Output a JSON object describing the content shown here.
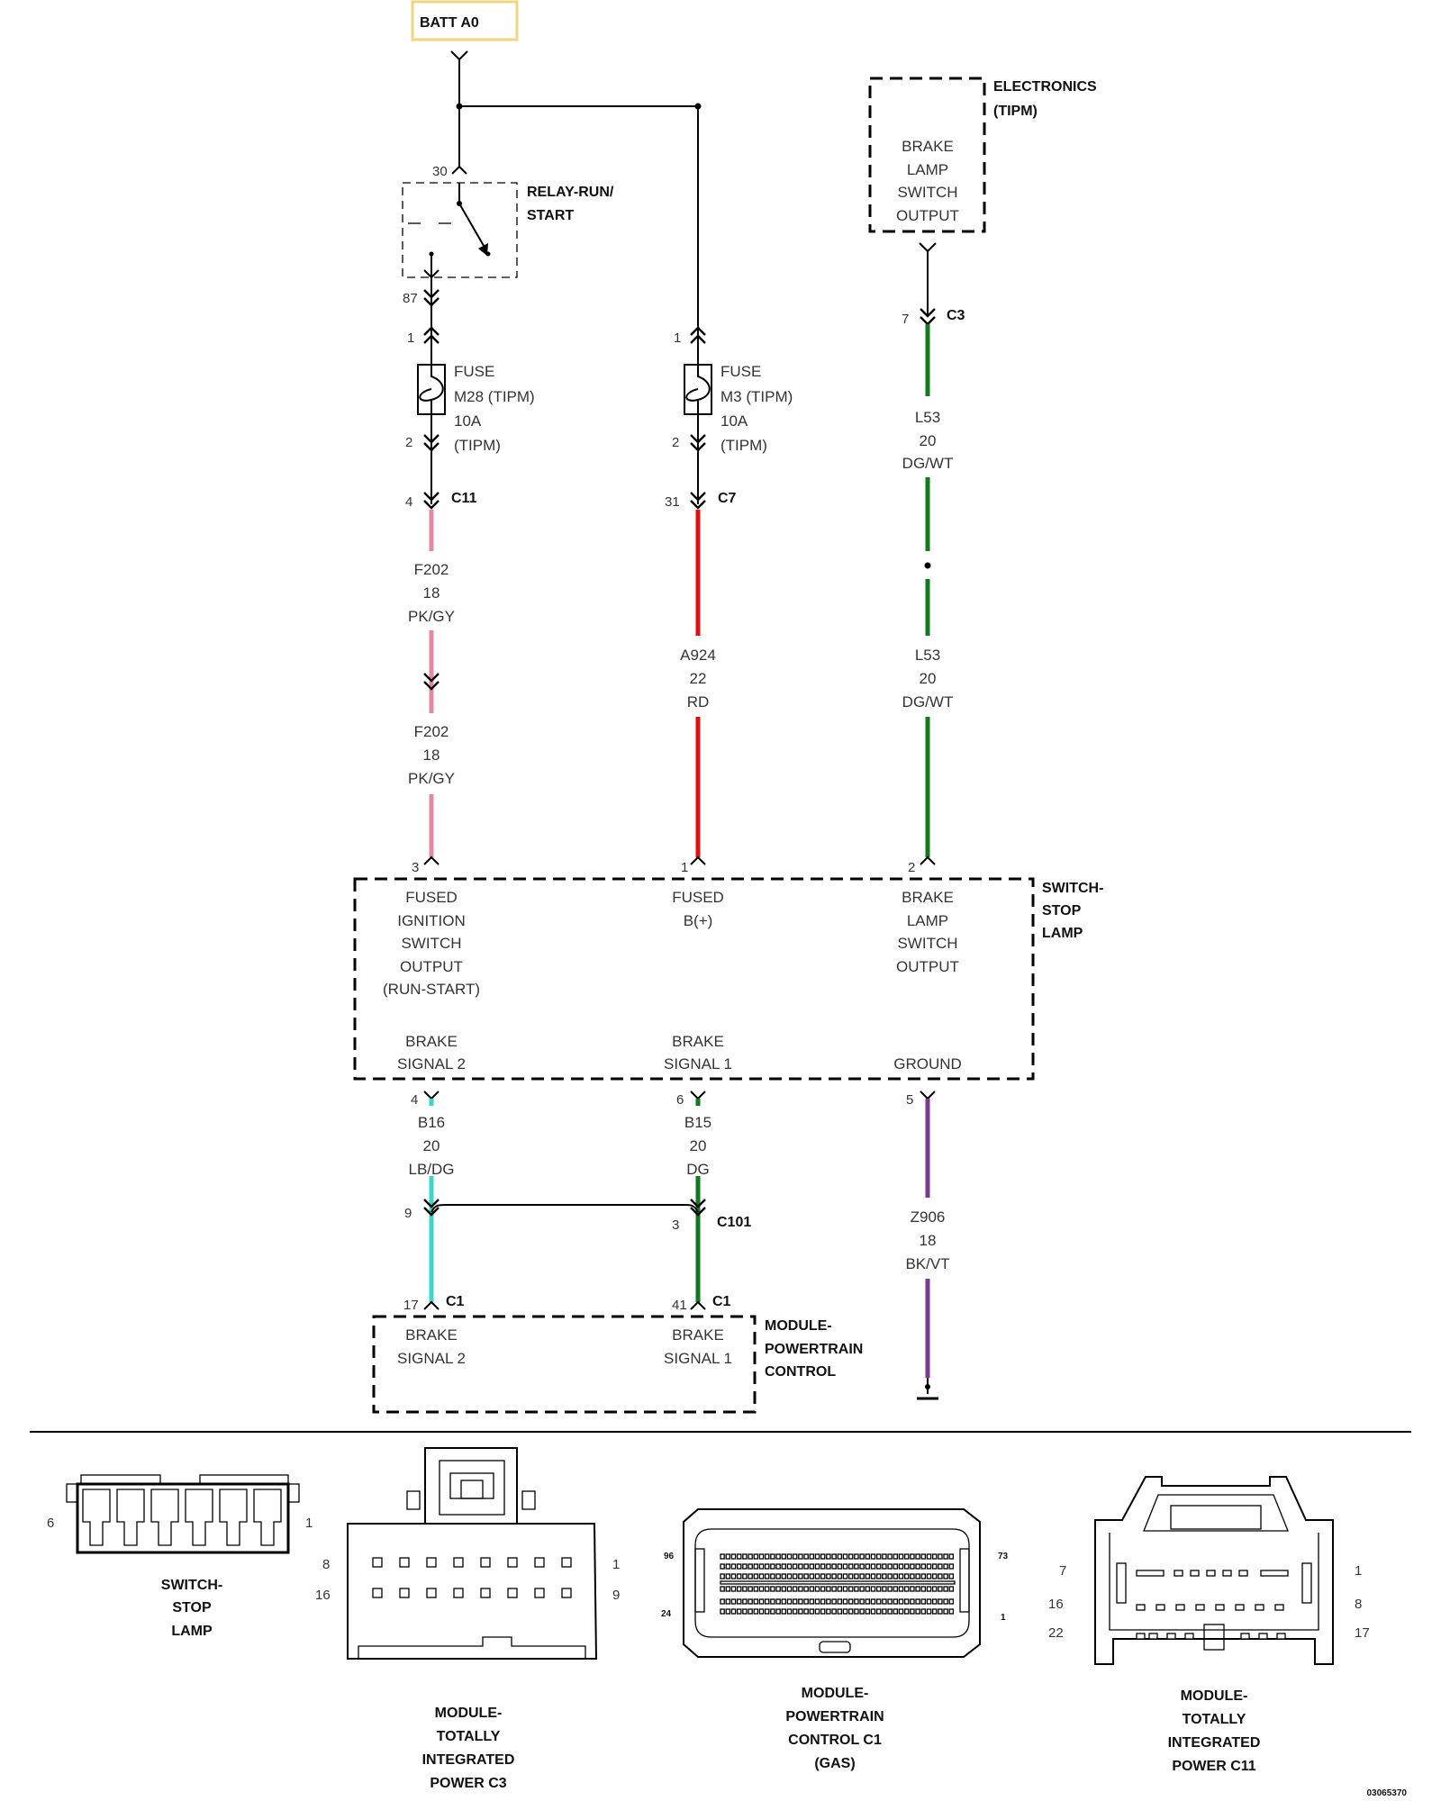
{
  "batt": "BATT A0",
  "colors": {
    "pk_gy": "#e38aa2",
    "rd": "#dd1111",
    "dg_wt": "#117a1e",
    "lb_dg": "#3fd4c8",
    "dg": "#117a1e",
    "bk_vt": "#7b3c8e",
    "batt_box": "#efd57e"
  },
  "relay": {
    "title_1": "RELAY-RUN/",
    "title_2": "START",
    "pin_30": "30",
    "pin_87": "87"
  },
  "fuse_m28": {
    "l1": "FUSE",
    "l2": "M28 (TIPM)",
    "l3": "10A",
    "l4": "(TIPM)",
    "pin_in": "1",
    "pin_out": "2"
  },
  "fuse_m3": {
    "l1": "FUSE",
    "l2": "M3 (TIPM)",
    "l3": "10A",
    "l4": "(TIPM)",
    "pin_in": "1",
    "pin_out": "2"
  },
  "electronics": {
    "title_1": "ELECTRONICS",
    "title_2": "(TIPM)",
    "l1": "BRAKE",
    "l2": "LAMP",
    "l3": "SWITCH",
    "l4": "OUTPUT"
  },
  "connectors": {
    "c11_pin": "4",
    "c11": "C11",
    "c7_pin": "31",
    "c7": "C7",
    "c3_pin": "7",
    "c3": "C3",
    "c101_pin_a": "9",
    "c101_pin_b": "3",
    "c101": "C101",
    "c1_pin_a": "17",
    "c1_a": "C1",
    "c1_pin_b": "41",
    "c1_b": "C1"
  },
  "wires": {
    "f202_a": {
      "id": "F202",
      "gauge": "18",
      "color": "PK/GY"
    },
    "f202_b": {
      "id": "F202",
      "gauge": "18",
      "color": "PK/GY"
    },
    "a924": {
      "id": "A924",
      "gauge": "22",
      "color": "RD"
    },
    "l53_a": {
      "id": "L53",
      "gauge": "20",
      "color": "DG/WT"
    },
    "l53_b": {
      "id": "L53",
      "gauge": "20",
      "color": "DG/WT"
    },
    "b16": {
      "id": "B16",
      "gauge": "20",
      "color": "LB/DG"
    },
    "b15": {
      "id": "B15",
      "gauge": "20",
      "color": "DG"
    },
    "z906": {
      "id": "Z906",
      "gauge": "18",
      "color": "BK/VT"
    }
  },
  "switch": {
    "title_1": "SWITCH-",
    "title_2": "STOP",
    "title_3": "LAMP",
    "pin_3": "3",
    "pin_1": "1",
    "pin_2": "2",
    "pin_4": "4",
    "pin_6": "6",
    "pin_5": "5",
    "fused_ign_1": "FUSED",
    "fused_ign_2": "IGNITION",
    "fused_ign_3": "SWITCH",
    "fused_ign_4": "OUTPUT",
    "fused_ign_5": "(RUN-START)",
    "fused_b_1": "FUSED",
    "fused_b_2": "B(+)",
    "blso_1": "BRAKE",
    "blso_2": "LAMP",
    "blso_3": "SWITCH",
    "blso_4": "OUTPUT",
    "bs2_1": "BRAKE",
    "bs2_2": "SIGNAL 2",
    "bs1_1": "BRAKE",
    "bs1_2": "SIGNAL 1",
    "ground": "GROUND"
  },
  "pcm": {
    "title_1": "MODULE-",
    "title_2": "POWERTRAIN",
    "title_3": "CONTROL",
    "bs2_1": "BRAKE",
    "bs2_2": "SIGNAL 2",
    "bs1_1": "BRAKE",
    "bs1_2": "SIGNAL 1"
  },
  "views": {
    "stop_lamp": {
      "pin_left": "6",
      "pin_right": "1",
      "t1": "SWITCH-",
      "t2": "STOP",
      "t3": "LAMP"
    },
    "tipm_c3": {
      "pin_8": "8",
      "pin_1": "1",
      "pin_16": "16",
      "pin_9": "9",
      "t1": "MODULE-",
      "t2": "TOTALLY",
      "t3": "INTEGRATED",
      "t4": "POWER C3"
    },
    "pcm_c1": {
      "pin_96": "96",
      "pin_73": "73",
      "pin_24": "24",
      "pin_1": "1",
      "t1": "MODULE-",
      "t2": "POWERTRAIN",
      "t3": "CONTROL C1",
      "t4": "(GAS)"
    },
    "tipm_c11": {
      "pin_7": "7",
      "pin_1": "1",
      "pin_16": "16",
      "pin_8": "8",
      "pin_22": "22",
      "pin_17": "17",
      "t1": "MODULE-",
      "t2": "TOTALLY",
      "t3": "INTEGRATED",
      "t4": "POWER C11"
    }
  },
  "figure_id": "03065370"
}
